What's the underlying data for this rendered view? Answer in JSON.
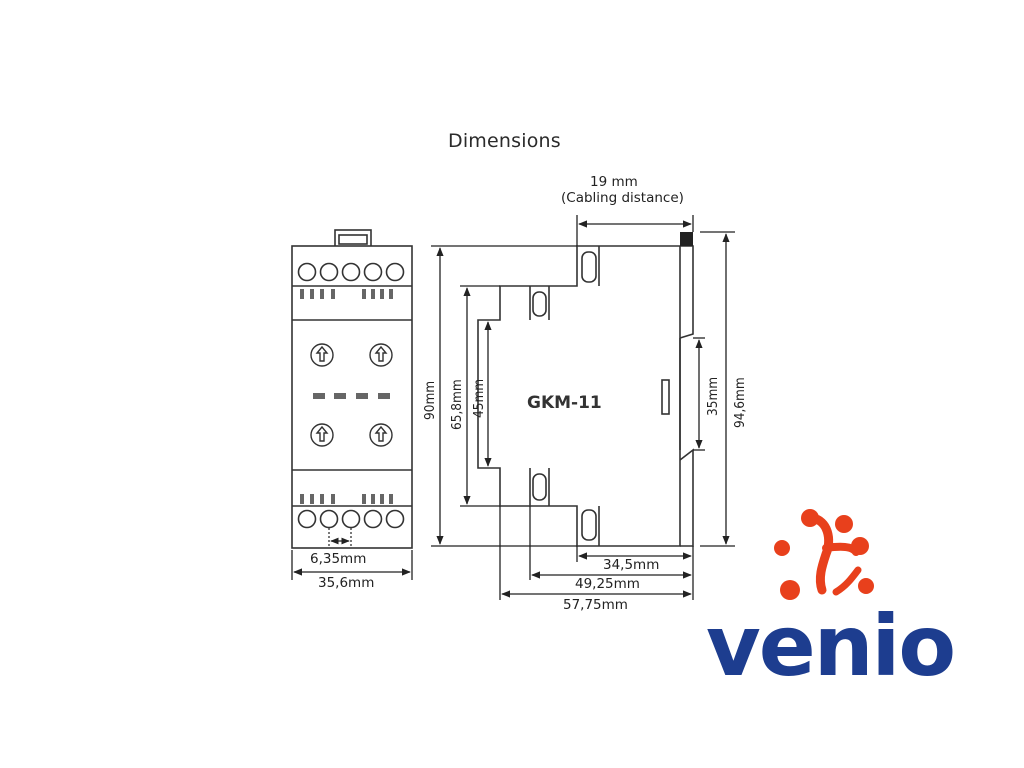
{
  "title": "Dimensions",
  "model": "GKM-11",
  "dimensions": {
    "cabling_value": "19 mm",
    "cabling_note": "(Cabling distance)",
    "height_total": "90mm",
    "height_inner": "65,8mm",
    "height_body": "45mm",
    "rail": "35mm",
    "height_rail_total": "94,6mm",
    "pitch": "6,35mm",
    "width_front": "35,6mm",
    "depth_1": "34,5mm",
    "depth_2": "49,25mm",
    "depth_3": "57,75mm"
  },
  "logo": {
    "text": "venio",
    "colors": {
      "text": "#1d3d8f",
      "symbol": "#e8401c"
    }
  }
}
